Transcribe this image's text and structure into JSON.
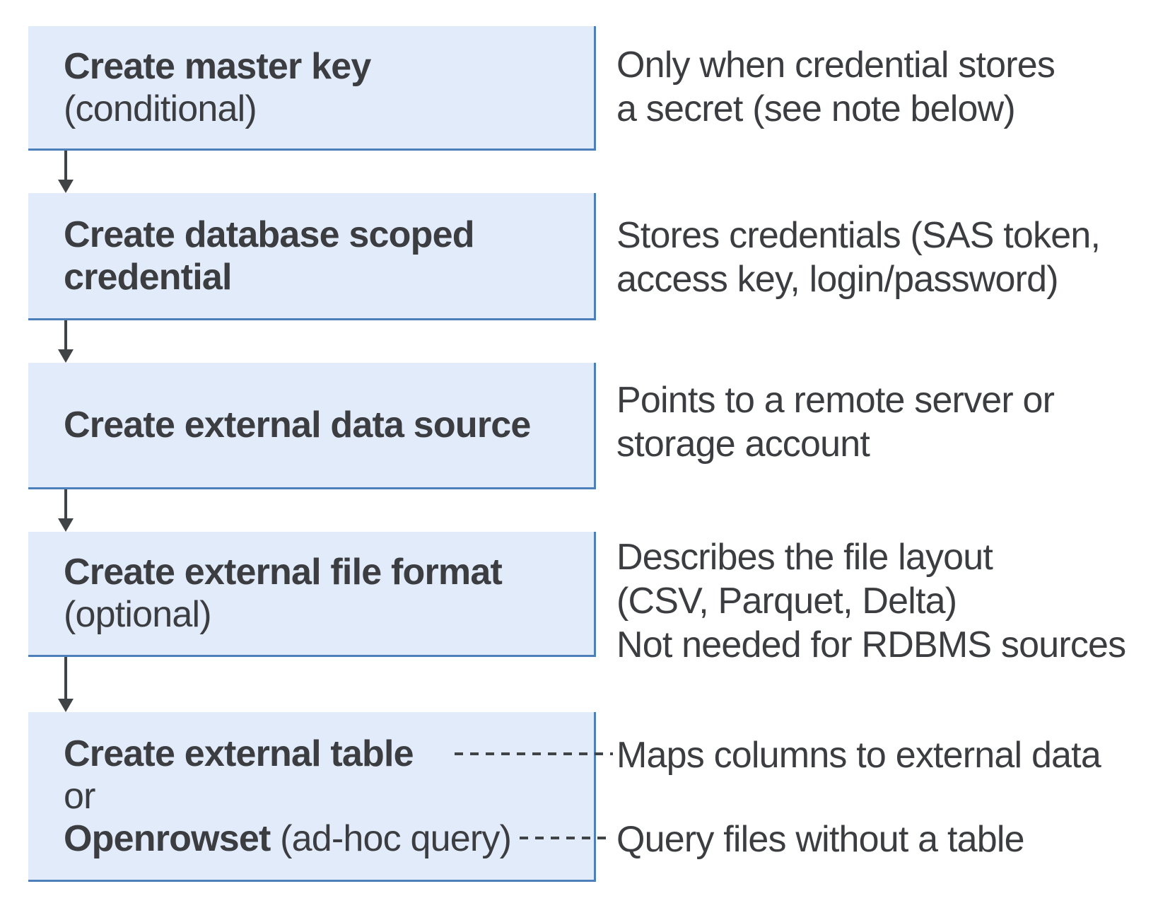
{
  "colors": {
    "box_fill": "#e1ebfa",
    "box_border": "#4d7fbb",
    "ink": "#3b3d40",
    "line": "#404447"
  },
  "steps": [
    {
      "title_lines": [
        "Create master key"
      ],
      "note": "(conditional)",
      "desc_lines": [
        "Only when credential stores",
        "a secret (see note below)"
      ]
    },
    {
      "title_lines": [
        "Create database scoped",
        "credential"
      ],
      "desc_lines": [
        "Stores credentials (SAS token,",
        "access key, login/password)"
      ]
    },
    {
      "title_lines": [
        "Create external data source"
      ],
      "desc_lines": [
        "Points to a remote server or",
        "storage account"
      ]
    },
    {
      "title_lines": [
        "Create external file format"
      ],
      "note": "(optional)",
      "desc_lines": [
        "Describes the file layout",
        "(CSV, Parquet, Delta)",
        "Not needed for RDBMS sources"
      ]
    },
    {
      "title_lines": [
        "Create external table"
      ],
      "or_label": "or",
      "alt_bold": "Openrowset",
      "alt_note": " (ad-hoc query)",
      "desc_lines": [
        "Maps columns to external data",
        "Query files without a table"
      ]
    }
  ]
}
